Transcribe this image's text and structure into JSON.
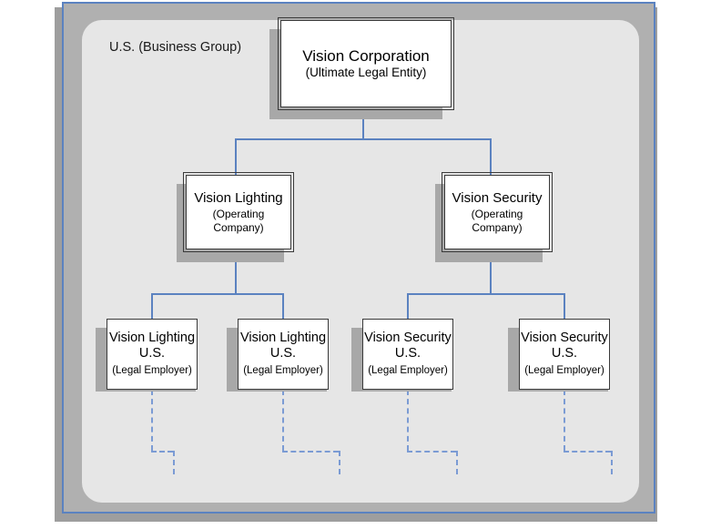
{
  "diagram": {
    "group_label": "U.S. (Business Group)",
    "colors": {
      "frame_border": "#5b82c0",
      "frame_fill": "#b0b0b0",
      "panel_fill": "#e6e6e6",
      "connector": "#5b82c0",
      "dashed_connector": "#7b9bd4",
      "node_border": "#3a3a3a",
      "node_fill": "#ffffff",
      "shadow": "#a8a8a8"
    },
    "nodes": {
      "root": {
        "title": "Vision Corporation",
        "subtitle": "(Ultimate Legal Entity)"
      },
      "tier2": [
        {
          "title": "Vision Lighting",
          "subtitle_line1": "(Operating",
          "subtitle_line2": "Company)"
        },
        {
          "title": "Vision Security",
          "subtitle_line1": "(Operating",
          "subtitle_line2": "Company)"
        }
      ],
      "tier3": [
        {
          "title_line1": "Vision Lighting",
          "title_line2": "U.S.",
          "subtitle": "(Legal Employer)"
        },
        {
          "title_line1": "Vision Lighting",
          "title_line2": "U.S.",
          "subtitle": "(Legal Employer)"
        },
        {
          "title_line1": "Vision Security",
          "title_line2": "U.S.",
          "subtitle": "(Legal Employer)"
        },
        {
          "title_line1": "Vision Security",
          "title_line2": "U.S.",
          "subtitle": "(Legal Employer)"
        }
      ]
    }
  }
}
